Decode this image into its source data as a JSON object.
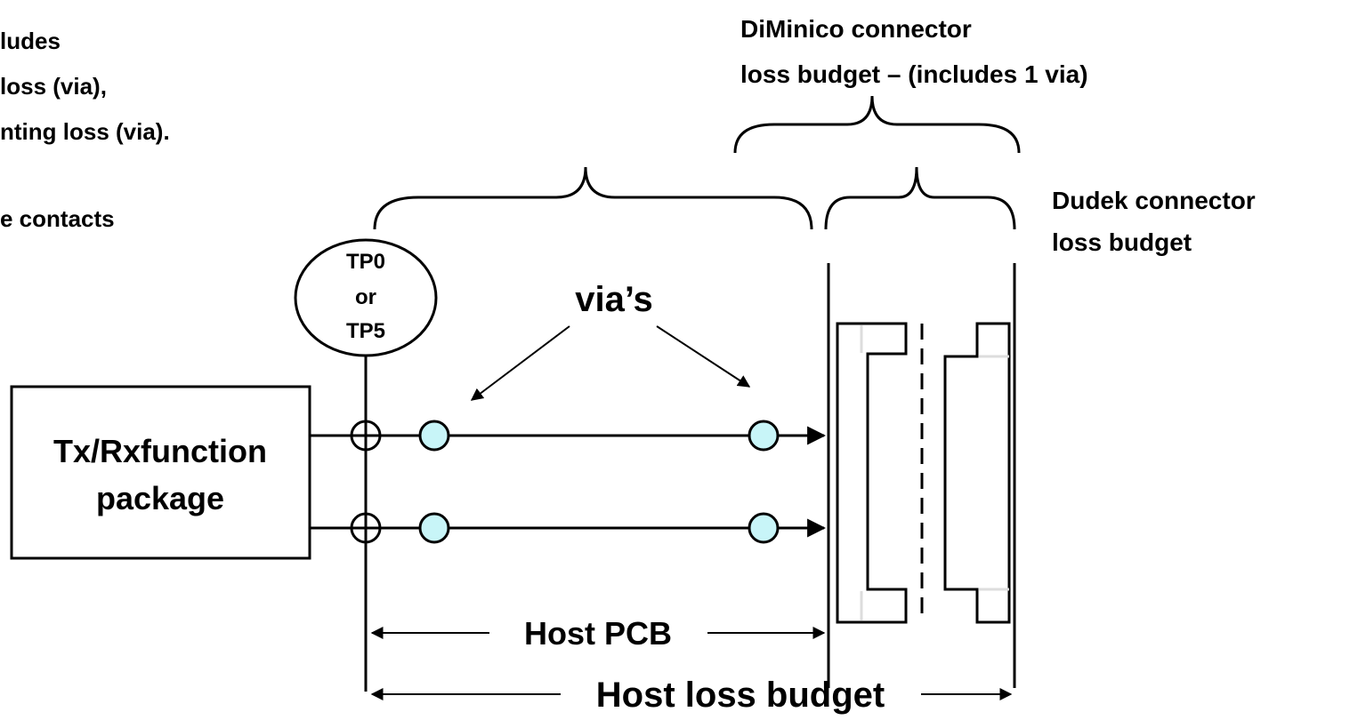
{
  "notes": {
    "line1": "ludes",
    "line2": "loss (via),",
    "line3": "nting loss (via).",
    "line4": "e contacts"
  },
  "diminico": {
    "line1": "DiMinico connector",
    "line2": "loss budget – (includes 1 via)"
  },
  "dudek": {
    "line1": "Dudek connector",
    "line2": "loss budget"
  },
  "testpoint": {
    "line1": "TP0",
    "line2": "or",
    "line3": "TP5"
  },
  "vias_label": "via’s",
  "txrx": {
    "line1": "Tx/Rxfunction",
    "line2": "package"
  },
  "host_pcb_label": "Host PCB",
  "host_loss_label": "Host loss budget",
  "colors": {
    "via_fill": "#c8f5f8",
    "line": "#000000",
    "background": "#ffffff"
  }
}
